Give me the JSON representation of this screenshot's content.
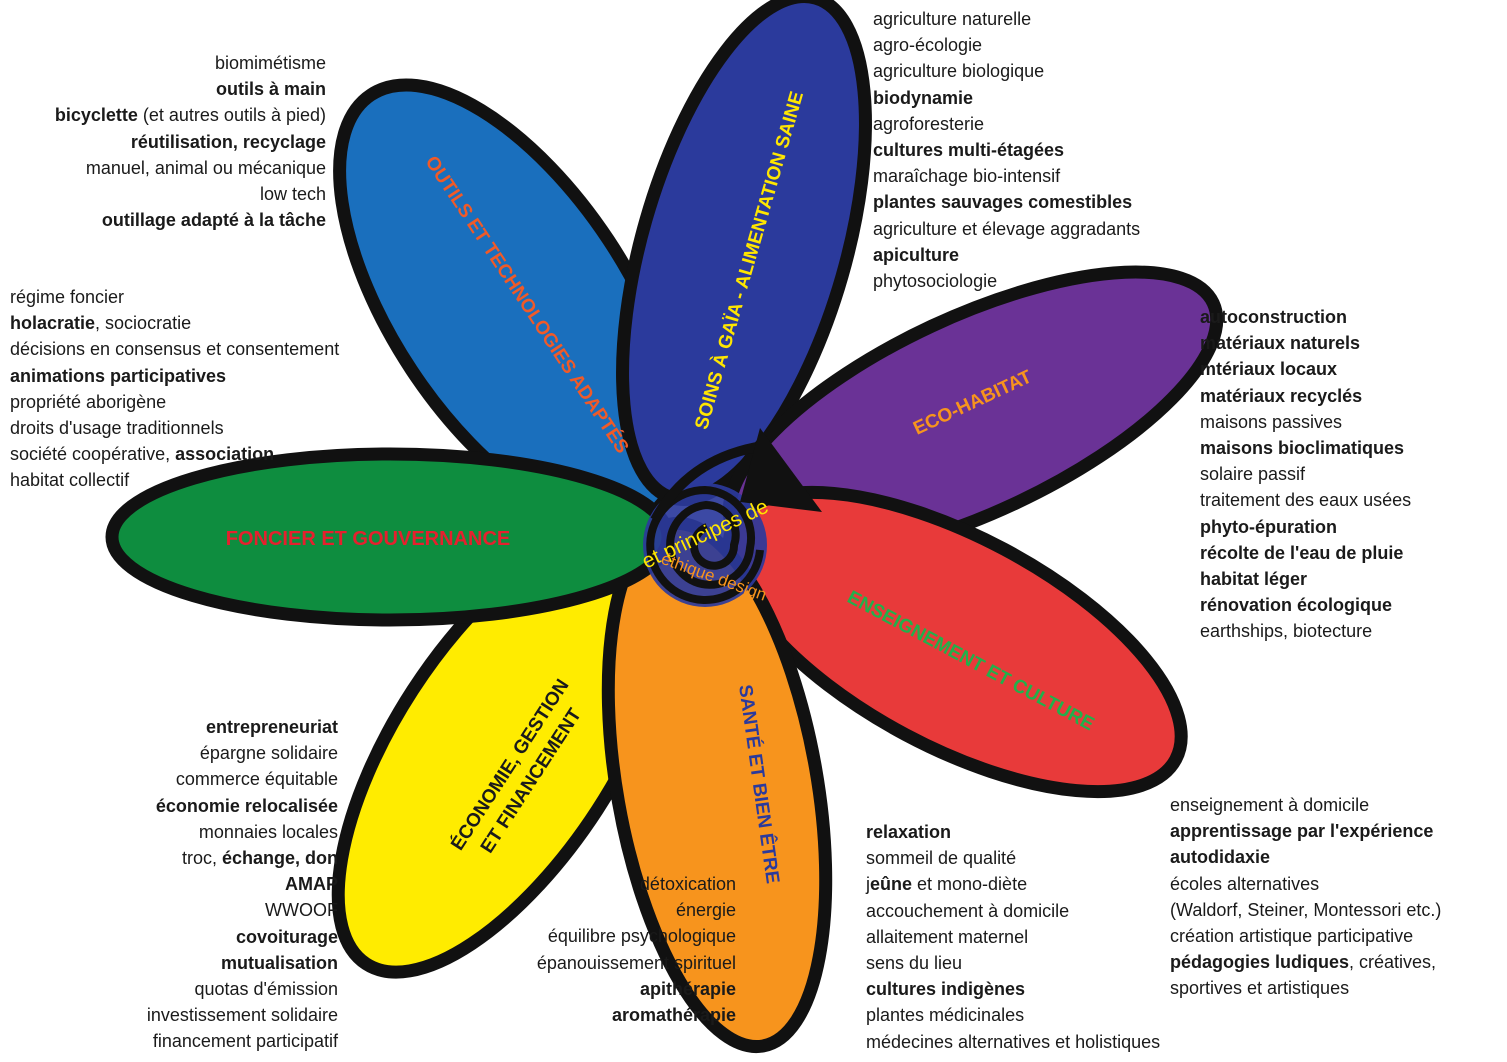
{
  "center": {
    "label_outer": "et principes de",
    "label_inner": "éthique design"
  },
  "petals": {
    "soins": {
      "label": "SOINS À GAÏA - ALIMENTATION SAINE",
      "color": "#2b3a9c",
      "text_color": "#ffe600"
    },
    "outils": {
      "label": "OUTILS ET TECHNOLOGIES ADAPTÉS",
      "color": "#1a6fbd",
      "text_color": "#f05a28"
    },
    "habitat": {
      "label": "ECO-HABITAT",
      "color": "#6a3296",
      "text_color": "#f7941d"
    },
    "foncier": {
      "label": "FONCIER ET GOUVERNANCE",
      "color": "#0e8d3f",
      "text_color": "#e5202e"
    },
    "enseignement": {
      "label": "ENSEIGNEMENT ET CULTURE",
      "color": "#e83a3a",
      "text_color": "#22b04b"
    },
    "economie": {
      "label_line1": "ÉCONOMIE, GESTION",
      "label_line2": "ET FINANCEMENT",
      "color": "#ffec00",
      "text_color": "#1a1a1a"
    },
    "sante": {
      "label": "SANTÉ ET BIEN ÊTRE",
      "color": "#f7941d",
      "text_color": "#2b3a9c"
    }
  },
  "lists": {
    "outils": [
      {
        "parts": [
          {
            "t": "biomimétisme",
            "b": false
          }
        ]
      },
      {
        "parts": [
          {
            "t": "outils à main",
            "b": true
          }
        ]
      },
      {
        "parts": [
          {
            "t": "bicyclette",
            "b": true
          },
          {
            "t": " (et autres outils à pied)",
            "b": false
          }
        ]
      },
      {
        "parts": [
          {
            "t": "réutilisation, recyclage",
            "b": true
          }
        ]
      },
      {
        "parts": [
          {
            "t": "manuel, animal ou mécanique",
            "b": false
          }
        ]
      },
      {
        "parts": [
          {
            "t": "low tech",
            "b": false
          }
        ]
      },
      {
        "parts": [
          {
            "t": "outillage adapté à la tâche",
            "b": true
          }
        ]
      }
    ],
    "soins": [
      {
        "parts": [
          {
            "t": "agriculture naturelle",
            "b": false
          }
        ]
      },
      {
        "parts": [
          {
            "t": "agro-écologie",
            "b": false
          }
        ]
      },
      {
        "parts": [
          {
            "t": "agriculture biologique",
            "b": false
          }
        ]
      },
      {
        "parts": [
          {
            "t": "biodynamie",
            "b": true
          }
        ]
      },
      {
        "parts": [
          {
            "t": "agroforesterie",
            "b": false
          }
        ]
      },
      {
        "parts": [
          {
            "t": "cultures multi-étagées",
            "b": true
          }
        ]
      },
      {
        "parts": [
          {
            "t": "maraîchage bio-intensif",
            "b": false
          }
        ]
      },
      {
        "parts": [
          {
            "t": "plantes sauvages comestibles",
            "b": true
          }
        ]
      },
      {
        "parts": [
          {
            "t": "agriculture et élevage aggradants",
            "b": false
          }
        ]
      },
      {
        "parts": [
          {
            "t": "apiculture",
            "b": true
          }
        ]
      },
      {
        "parts": [
          {
            "t": "phytosociologie",
            "b": false
          }
        ]
      }
    ],
    "foncier": [
      {
        "parts": [
          {
            "t": "régime foncier",
            "b": false
          }
        ]
      },
      {
        "parts": [
          {
            "t": "holacratie",
            "b": true
          },
          {
            "t": ", sociocratie",
            "b": false
          }
        ]
      },
      {
        "parts": [
          {
            "t": "décisions en consensus et consentement",
            "b": false
          }
        ]
      },
      {
        "parts": [
          {
            "t": "animations participatives",
            "b": true
          }
        ]
      },
      {
        "parts": [
          {
            "t": "propriété aborigène",
            "b": false
          }
        ]
      },
      {
        "parts": [
          {
            "t": "droits d'usage traditionnels",
            "b": false
          }
        ]
      },
      {
        "parts": [
          {
            "t": "société coopérative, ",
            "b": false
          },
          {
            "t": "association",
            "b": true
          }
        ]
      },
      {
        "parts": [
          {
            "t": "habitat collectif",
            "b": false
          }
        ]
      }
    ],
    "habitat": [
      {
        "parts": [
          {
            "t": "autoconstruction",
            "b": true
          }
        ]
      },
      {
        "parts": [
          {
            "t": "matériaux naturels",
            "b": true
          }
        ]
      },
      {
        "parts": [
          {
            "t": "mtériaux locaux",
            "b": true
          }
        ]
      },
      {
        "parts": [
          {
            "t": "matériaux recyclés",
            "b": true
          }
        ]
      },
      {
        "parts": [
          {
            "t": "maisons passives",
            "b": false
          }
        ]
      },
      {
        "parts": [
          {
            "t": "maisons bioclimatiques",
            "b": true
          }
        ]
      },
      {
        "parts": [
          {
            "t": "solaire passif",
            "b": false
          }
        ]
      },
      {
        "parts": [
          {
            "t": "traitement des eaux usées",
            "b": false
          }
        ]
      },
      {
        "parts": [
          {
            "t": "phyto-épuration",
            "b": true
          }
        ]
      },
      {
        "parts": [
          {
            "t": "récolte de l'eau de pluie",
            "b": true
          }
        ]
      },
      {
        "parts": [
          {
            "t": "habitat léger",
            "b": true
          }
        ]
      },
      {
        "parts": [
          {
            "t": "rénovation écologique",
            "b": true
          }
        ]
      },
      {
        "parts": [
          {
            "t": "earthships, biotecture",
            "b": false
          }
        ]
      }
    ],
    "economie": [
      {
        "parts": [
          {
            "t": "entrepreneuriat",
            "b": true
          }
        ]
      },
      {
        "parts": [
          {
            "t": "épargne solidaire",
            "b": false
          }
        ]
      },
      {
        "parts": [
          {
            "t": "commerce équitable",
            "b": false
          }
        ]
      },
      {
        "parts": [
          {
            "t": "économie relocalisée",
            "b": true
          }
        ]
      },
      {
        "parts": [
          {
            "t": "monnaies locales",
            "b": false
          }
        ]
      },
      {
        "parts": [
          {
            "t": "troc, ",
            "b": false
          },
          {
            "t": "échange, don",
            "b": true
          }
        ]
      },
      {
        "parts": [
          {
            "t": "AMAP",
            "b": true
          }
        ]
      },
      {
        "parts": [
          {
            "t": "WWOOF",
            "b": false
          }
        ]
      },
      {
        "parts": [
          {
            "t": "covoiturage",
            "b": true
          }
        ]
      },
      {
        "parts": [
          {
            "t": "mutualisation",
            "b": true
          }
        ]
      },
      {
        "parts": [
          {
            "t": "quotas d'émission",
            "b": false
          }
        ]
      },
      {
        "parts": [
          {
            "t": "investissement solidaire",
            "b": false
          }
        ]
      },
      {
        "parts": [
          {
            "t": "financement participatif",
            "b": false
          }
        ]
      }
    ],
    "sante_left": [
      {
        "parts": [
          {
            "t": "détoxication",
            "b": false
          }
        ]
      },
      {
        "parts": [
          {
            "t": "énergie",
            "b": false
          }
        ]
      },
      {
        "parts": [
          {
            "t": "équilibre psychologique",
            "b": false
          }
        ]
      },
      {
        "parts": [
          {
            "t": "épanouissement spirituel",
            "b": false
          }
        ]
      },
      {
        "parts": [
          {
            "t": "apithérapie",
            "b": true
          }
        ]
      },
      {
        "parts": [
          {
            "t": "aromathérapie",
            "b": true
          }
        ]
      }
    ],
    "sante_right": [
      {
        "parts": [
          {
            "t": "relaxation",
            "b": true
          }
        ]
      },
      {
        "parts": [
          {
            "t": "sommeil de qualité",
            "b": false
          }
        ]
      },
      {
        "parts": [
          {
            "t": "j",
            "b": false
          },
          {
            "t": "eûne",
            "b": true
          },
          {
            "t": " et mono-diète",
            "b": false
          }
        ]
      },
      {
        "parts": [
          {
            "t": "accouchement à domicile",
            "b": false
          }
        ]
      },
      {
        "parts": [
          {
            "t": "allaitement maternel",
            "b": false
          }
        ]
      },
      {
        "parts": [
          {
            "t": "sens du lieu",
            "b": false
          }
        ]
      },
      {
        "parts": [
          {
            "t": "cultures indigènes",
            "b": true
          }
        ]
      },
      {
        "parts": [
          {
            "t": "plantes médicinales",
            "b": false
          }
        ]
      },
      {
        "parts": [
          {
            "t": "médecines alternatives et holistiques",
            "b": false
          }
        ]
      }
    ],
    "enseignement": [
      {
        "parts": [
          {
            "t": "enseignement à domicile",
            "b": false
          }
        ]
      },
      {
        "parts": [
          {
            "t": "apprentissage par l'expérience",
            "b": true
          }
        ]
      },
      {
        "parts": [
          {
            "t": "autodidaxie",
            "b": true
          }
        ]
      },
      {
        "parts": [
          {
            "t": "écoles alternatives",
            "b": false
          }
        ]
      },
      {
        "parts": [
          {
            "t": "(Waldorf, Steiner, Montessori etc.)",
            "b": false
          }
        ]
      },
      {
        "parts": [
          {
            "t": "création artistique participative",
            "b": false
          }
        ]
      },
      {
        "parts": [
          {
            "t": "pédagogies ludiques",
            "b": true
          },
          {
            "t": ", créatives,",
            "b": false
          }
        ]
      },
      {
        "parts": [
          {
            "t": "sportives et artistiques",
            "b": false
          }
        ]
      }
    ]
  }
}
